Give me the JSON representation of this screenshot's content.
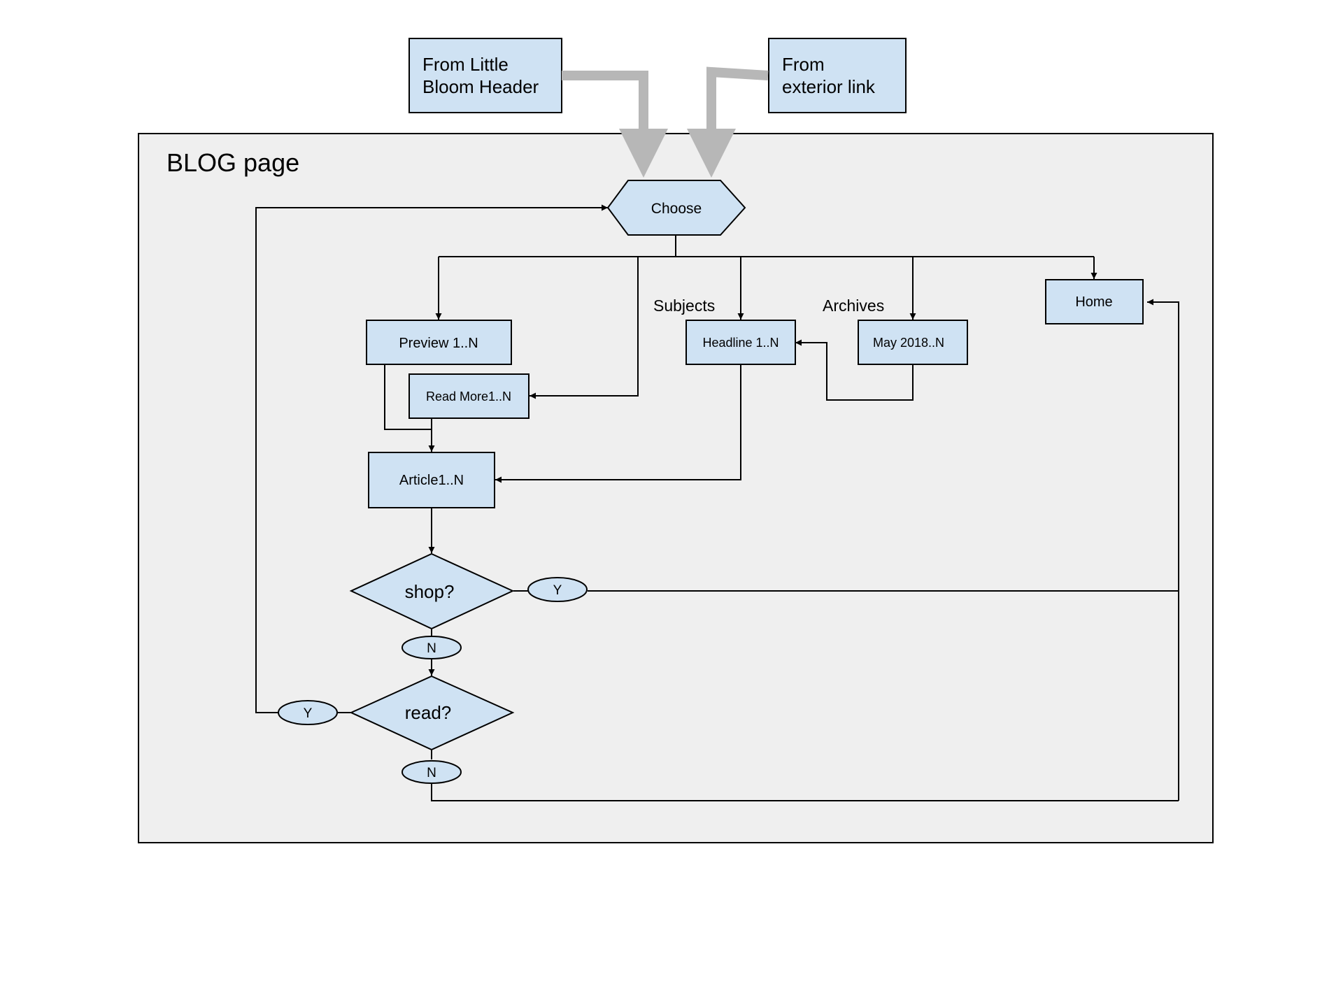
{
  "page": {
    "title": "BLOG page"
  },
  "sources": {
    "header": {
      "line1": "From Little",
      "line2": "Bloom Header"
    },
    "exterior": {
      "line1": "From",
      "line2": "exterior link"
    }
  },
  "nodes": {
    "choose": "Choose",
    "preview": "Preview 1..N",
    "read_more": "Read More1..N",
    "headline": "Headline 1..N",
    "archive": "May 2018..N",
    "home": "Home",
    "article": "Article1..N",
    "shop": "shop?",
    "read": "read?"
  },
  "labels": {
    "subjects": "Subjects",
    "archives": "Archives"
  },
  "branches": {
    "shop_yes": "Y",
    "shop_no": "N",
    "read_yes": "Y",
    "read_no": "N"
  },
  "colors": {
    "node_fill": "#cfe2f3",
    "frame_fill": "#efefef",
    "stroke": "#000000",
    "entry_arrow": "#b7b7b7"
  }
}
